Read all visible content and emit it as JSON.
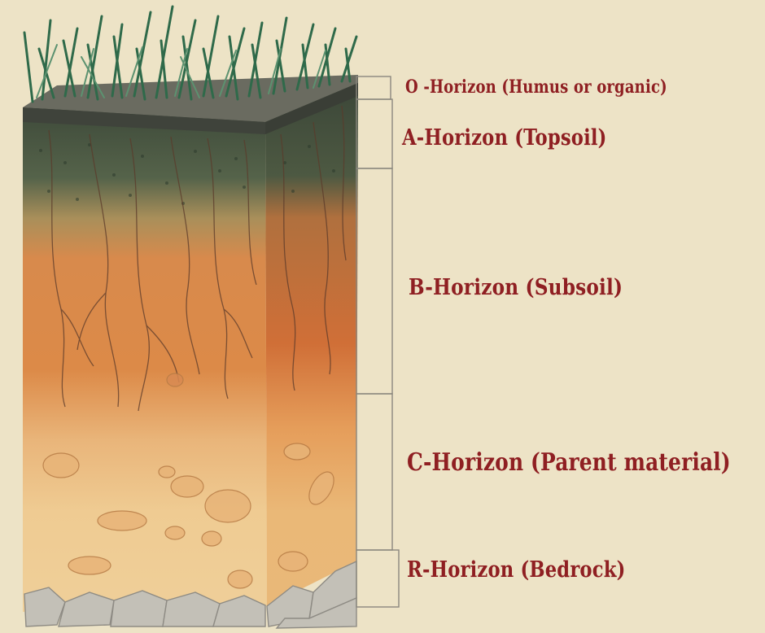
{
  "horizons": [
    {
      "id": "o",
      "label": "O -Horizon (Humus or organic)"
    },
    {
      "id": "a",
      "label": "A-Horizon (Topsoil)"
    },
    {
      "id": "b",
      "label": "B-Horizon (Subsoil)"
    },
    {
      "id": "c",
      "label": "C-Horizon (Parent material)"
    },
    {
      "id": "r",
      "label": "R-Horizon (Bedrock)"
    }
  ],
  "colors": {
    "background": "#ede3c6",
    "label_text": "#8f1f22",
    "grass": "#2f6a4a",
    "o_layer": "#5f5f55",
    "a_layer": "#4b5a44",
    "b_layer": "#d9823f",
    "c_layer": "#ecc68a",
    "bedrock": "#b9b6ad"
  }
}
